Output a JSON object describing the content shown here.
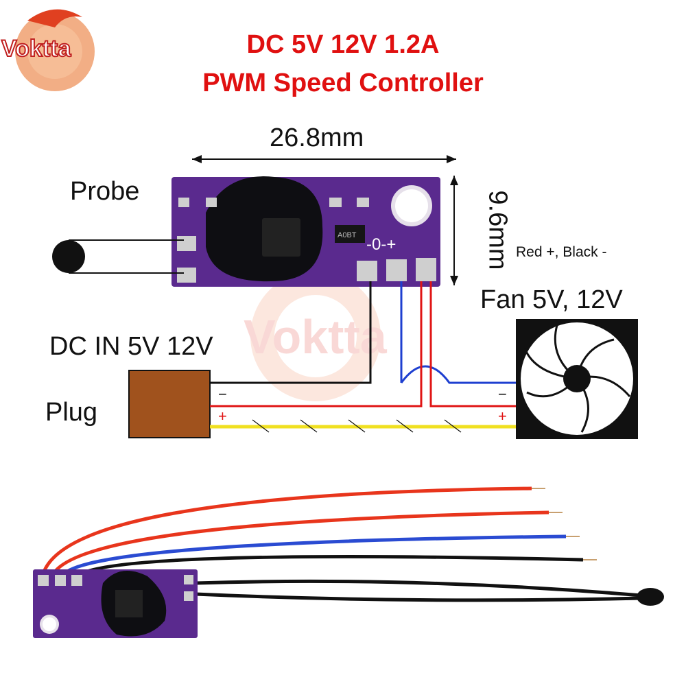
{
  "brand": {
    "logo_text": "Voktta",
    "watermark_text": "Voktta"
  },
  "title": {
    "line1": "DC 5V 12V 1.2A",
    "line2": "PWM Speed Controller"
  },
  "dimensions": {
    "width": "26.8mm",
    "height": "9.6mm"
  },
  "labels": {
    "probe": "Probe",
    "dc_in": "DC IN 5V 12V",
    "plug": "Plug",
    "fan": "Fan 5V, 12V",
    "polarity_note": "Red +, Black -",
    "board_pins": "-0-+",
    "chip_marking": "A0BT",
    "plug_minus": "−",
    "plug_plus": "+",
    "fan_minus": "−",
    "fan_plus": "+"
  },
  "colors": {
    "title": "#e01010",
    "pcb": "#5a2a8e",
    "plug": "#a0521d",
    "wire_red": "#e01515",
    "wire_black": "#111111",
    "wire_blue": "#1e3fd0",
    "wire_yellow": "#f0e020"
  }
}
